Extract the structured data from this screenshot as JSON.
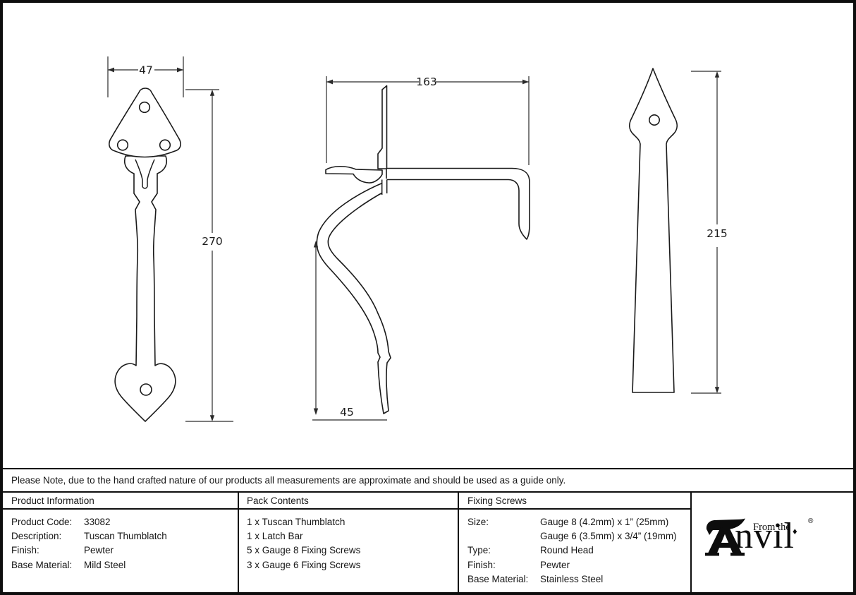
{
  "note": {
    "text": "Please Note, due to the hand crafted nature of our products all measurements are approximate and should be used as a guide only."
  },
  "drawings": {
    "front_view": {
      "width_label": "47",
      "height_label": "270"
    },
    "side_view": {
      "width_label": "163",
      "height_label": "45"
    },
    "latch_bar": {
      "height_label": "215"
    }
  },
  "table": {
    "product_information": {
      "header": "Product Information",
      "rows": [
        {
          "label": "Product Code:",
          "value": "33082"
        },
        {
          "label": "Description:",
          "value": "Tuscan Thumblatch"
        },
        {
          "label": "Finish:",
          "value": "Pewter"
        },
        {
          "label": "Base Material:",
          "value": "Mild Steel"
        }
      ]
    },
    "pack_contents": {
      "header": "Pack Contents",
      "items": [
        "1 x Tuscan Thumblatch",
        "1 x Latch Bar",
        "5 x Gauge 8 Fixing Screws",
        "3 x Gauge 6 Fixing Screws"
      ]
    },
    "fixing_screws": {
      "header": "Fixing Screws",
      "rows": [
        {
          "label": "Size:",
          "value": "Gauge 8 (4.2mm) x 1” (25mm)"
        },
        {
          "label": "",
          "value": "Gauge 6 (3.5mm) x 3/4” (19mm)"
        },
        {
          "label": "Type:",
          "value": "Round Head"
        },
        {
          "label": "Finish:",
          "value": "Pewter"
        },
        {
          "label": "Base Material:",
          "value": "Stainless Steel"
        }
      ]
    }
  },
  "logo": {
    "prefix": "From the",
    "name": "nvil",
    "diamond": "♦",
    "registered": "®"
  }
}
